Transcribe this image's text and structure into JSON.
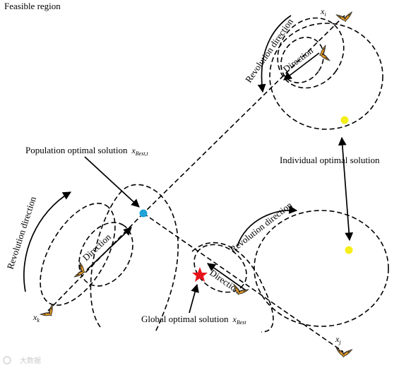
{
  "labels": {
    "feasible_region": "Feasible region",
    "population_optimal": "Population optimal solution",
    "population_optimal_var": "x",
    "population_optimal_sub": "Best,t",
    "individual_optimal": "Individual optimal solution",
    "global_optimal": "Global optimal solution",
    "global_optimal_var": "x",
    "global_optimal_sub": "Best",
    "revolution_direction": "Revolution direction",
    "direction": "Direction",
    "xi_var": "x",
    "xi_sub": "i",
    "xj_var": "x",
    "xj_sub": "j",
    "xk_var": "x",
    "xk_sub": "k"
  },
  "watermark": "大数据",
  "colors": {
    "population_point": "#1fa3d8",
    "individual_point": "#f5ee1b",
    "global_star": "#e8121a",
    "bird_body": "#f0a020",
    "bird_dark": "#2a2a2a"
  },
  "icons": {
    "agent": "bird-icon",
    "global": "star-icon",
    "watermark": "logo-icon"
  }
}
